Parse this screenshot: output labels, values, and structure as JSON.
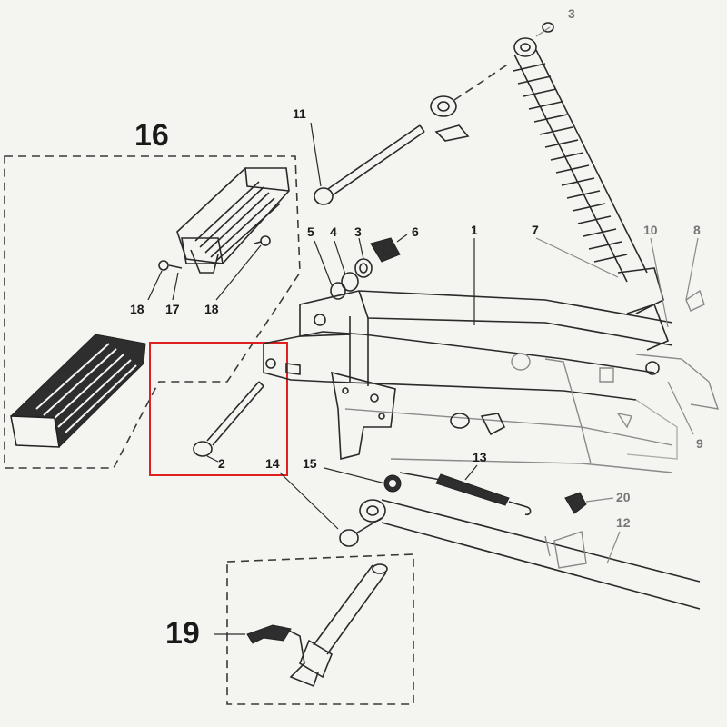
{
  "labels": {
    "group_footrest": "16",
    "group_stand": "19",
    "p1": "1",
    "p2": "2",
    "p3a": "3",
    "p3b": "3",
    "p4": "4",
    "p5": "5",
    "p6": "6",
    "p7": "7",
    "p8": "8",
    "p9": "9",
    "p10": "10",
    "p11": "11",
    "p12": "12",
    "p13": "13",
    "p14": "14",
    "p15": "15",
    "p17": "17",
    "p18a": "18",
    "p18b": "18",
    "p20": "20"
  },
  "colors": {
    "highlight_box": "#e02020",
    "ink": "#2a2a2a",
    "background": "#f4f4f1"
  }
}
